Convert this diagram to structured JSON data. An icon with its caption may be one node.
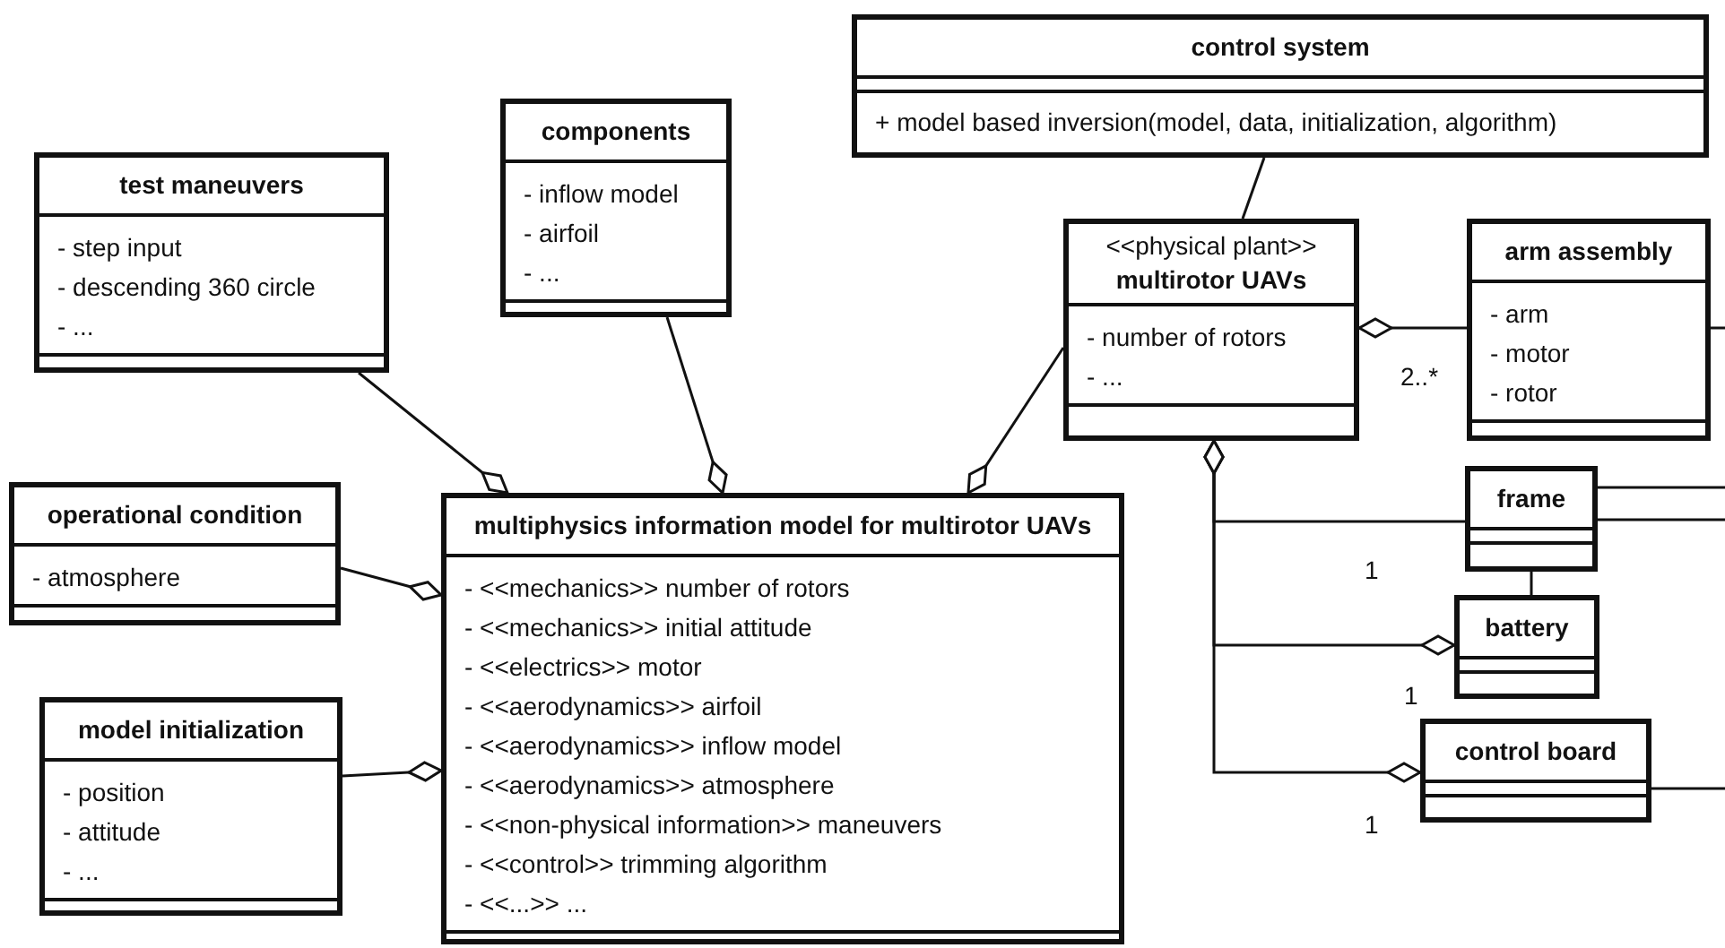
{
  "diagram": {
    "nodes": [
      {
        "text": [
          "control system",
          "+ model based inversion(model, data, initialization, algorithm)"
        ]
      },
      {
        "text": [
          "test maneuvers",
          "- step input",
          "- descending 360 circle",
          "- ..."
        ]
      },
      {
        "text": [
          "components",
          "- inflow model",
          "- airfoil",
          "- ..."
        ]
      },
      {
        "text": [
          "<<physical plant>>",
          "multirotor UAVs",
          "- number of rotors",
          "- ..."
        ]
      },
      {
        "text": [
          "arm assembly",
          "- arm",
          "- motor",
          "- rotor"
        ]
      },
      {
        "text": [
          "operational condition",
          "- atmosphere"
        ]
      },
      {
        "text": [
          "multiphysics information model for multirotor UAVs",
          "- <<mechanics>> number of rotors",
          "- <<mechanics>> initial attitude",
          "- <<electrics>> motor",
          "- <<aerodynamics>> airfoil",
          "- <<aerodynamics>> inflow model",
          "- <<aerodynamics>> atmosphere",
          "- <<non-physical information>> maneuvers",
          "- <<control>> trimming algorithm",
          "- <<...>> ..."
        ]
      },
      {
        "text": [
          "frame"
        ]
      },
      {
        "text": [
          "battery"
        ]
      },
      {
        "text": [
          "model initialization",
          "- position",
          "- attitude",
          "- ..."
        ]
      },
      {
        "text": [
          "control board"
        ]
      }
    ],
    "edges": [
      {
        "from": 0,
        "to": 3,
        "arrow": "none"
      },
      {
        "from": 1,
        "to": 6,
        "arrow": "other"
      },
      {
        "from": 2,
        "to": 6,
        "arrow": "other"
      },
      {
        "from": 3,
        "to": 6,
        "arrow": "other"
      },
      {
        "from": 5,
        "to": 6,
        "arrow": "other"
      },
      {
        "from": 9,
        "to": 6,
        "arrow": "other"
      },
      {
        "from": 4,
        "to": 3,
        "arrow": "other",
        "label": "2..*"
      },
      {
        "from": 7,
        "to": 3,
        "arrow": "other",
        "label": "1"
      },
      {
        "from": 8,
        "to": 3,
        "arrow": "other",
        "label": "1"
      },
      {
        "from": 10,
        "to": 3,
        "arrow": "other",
        "label": "1"
      },
      {
        "from": 7,
        "to": 8,
        "arrow": "none"
      },
      {
        "from": 4,
        "to": null,
        "arrow": "none"
      },
      {
        "from": 7,
        "to": null,
        "arrow": "none"
      },
      {
        "from": 7,
        "to": null,
        "arrow": "none"
      },
      {
        "from": 10,
        "to": null,
        "arrow": "none"
      }
    ]
  }
}
